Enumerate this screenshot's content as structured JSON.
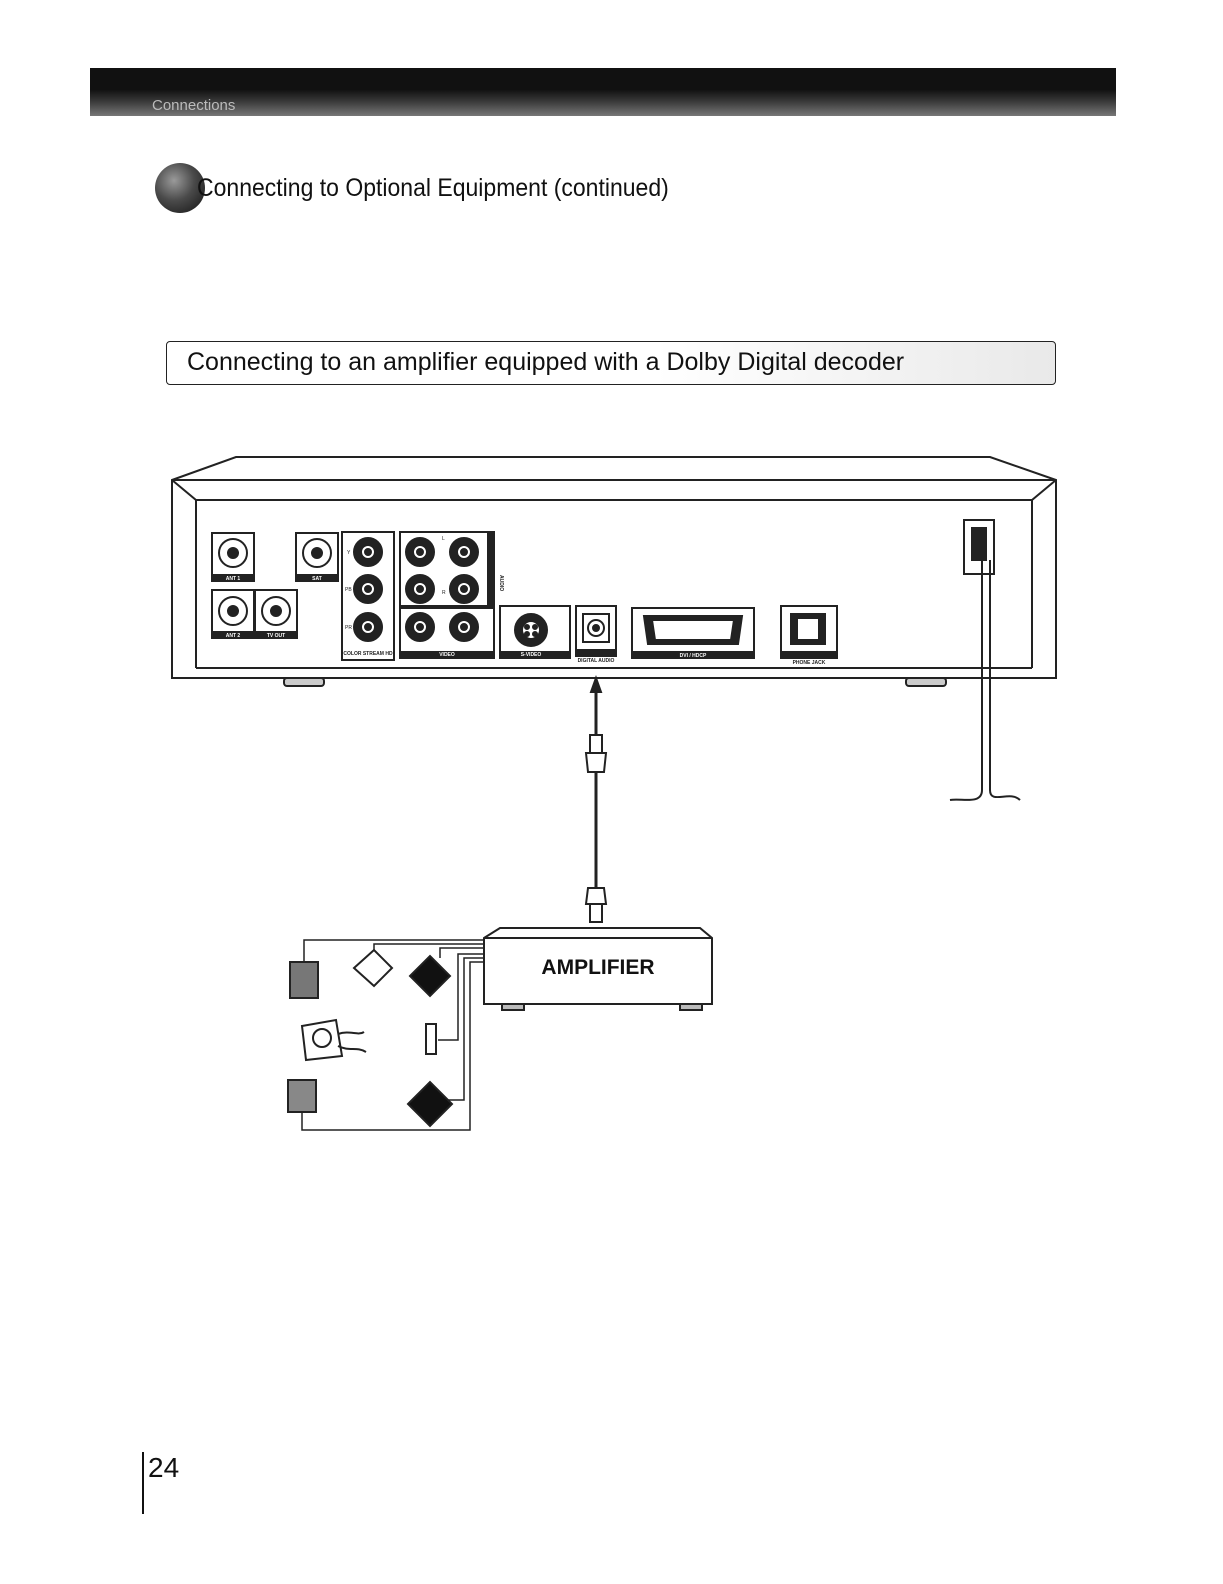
{
  "header": {
    "breadcrumb": "Connections"
  },
  "section": {
    "title": "Connecting to Optional Equipment (continued)"
  },
  "subsection": {
    "title": "Connecting to an amplifier equipped with a Dolby Digital decoder"
  },
  "diagram": {
    "jacks": {
      "ant_in": "ANT 1",
      "sat": "SAT",
      "ant_out": "ANT 2",
      "tv_out": "TV OUT",
      "component_y": "Y",
      "component_pb": "PB",
      "component_pr": "PR",
      "color_stream": "COLOR STREAM HD",
      "audio_l": "L",
      "audio_r": "R",
      "audio": "AUDIO",
      "video": "VIDEO",
      "svideo": "S-VIDEO",
      "digital_audio": "DIGITAL AUDIO",
      "dvi": "DVI / HDCP",
      "phone_jack": "PHONE JACK"
    },
    "amplifier_label": "AMPLIFIER"
  },
  "footer": {
    "page_number": "24"
  }
}
